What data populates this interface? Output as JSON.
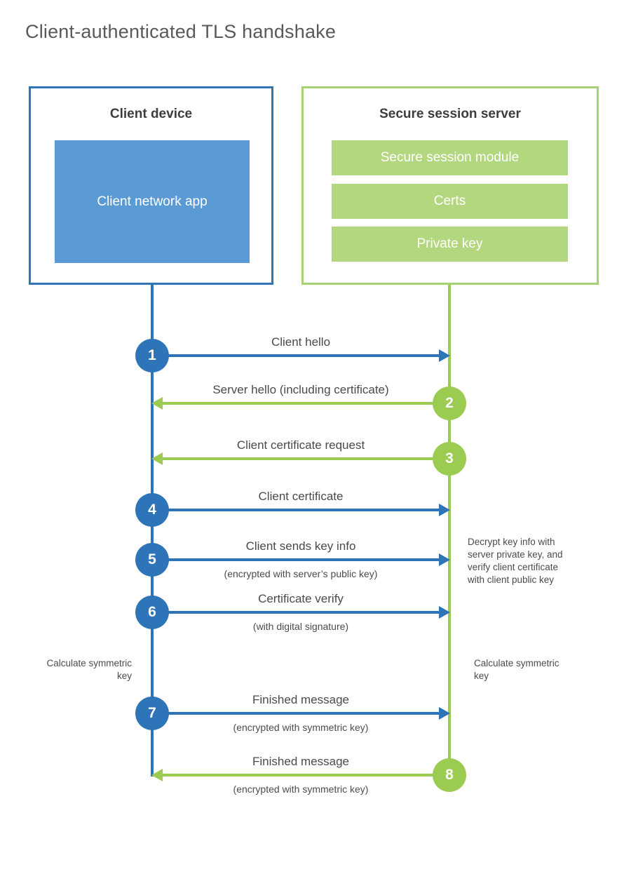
{
  "title": "Client-authenticated TLS handshake",
  "colors": {
    "client_blue": "#2e74b8",
    "client_app_fill": "#5b9bd5",
    "server_green": "#9ccb52",
    "server_border": "#a6d271",
    "server_bar_fill": "#b3d77f",
    "heading_text": "#3d3d3d",
    "label_text": "#4a4a4a",
    "title_text": "#59595b"
  },
  "actors": {
    "client": {
      "title": "Client device",
      "component": "Client network app"
    },
    "server": {
      "title": "Secure session server",
      "modules": [
        "Secure session module",
        "Certs",
        "Private key"
      ]
    }
  },
  "steps": [
    {
      "number": "1",
      "from": "client",
      "direction": "right",
      "label": "Client hello"
    },
    {
      "number": "2",
      "from": "server",
      "direction": "left",
      "label": "Server hello (including certificate)"
    },
    {
      "number": "3",
      "from": "server",
      "direction": "left",
      "label": "Client certificate request"
    },
    {
      "number": "4",
      "from": "client",
      "direction": "right",
      "label": "Client certificate"
    },
    {
      "number": "5",
      "from": "client",
      "direction": "right",
      "label": "Client sends key info",
      "sublabel": "(encrypted with server’s public key)"
    },
    {
      "number": "6",
      "from": "client",
      "direction": "right",
      "label": "Certificate verify",
      "sublabel": "(with digital signature)"
    },
    {
      "number": "7",
      "from": "client",
      "direction": "right",
      "label": "Finished message",
      "sublabel": "(encrypted with symmetric key)"
    },
    {
      "number": "8",
      "from": "server",
      "direction": "left",
      "label": "Finished message",
      "sublabel": "(encrypted with symmetric key)"
    }
  ],
  "annotations": {
    "client_calculate": "Calculate symmetric key",
    "server_calculate": "Calculate symmetric key",
    "server_decrypt": "Decrypt key info with server private key, and verify client certificate with client public key"
  }
}
